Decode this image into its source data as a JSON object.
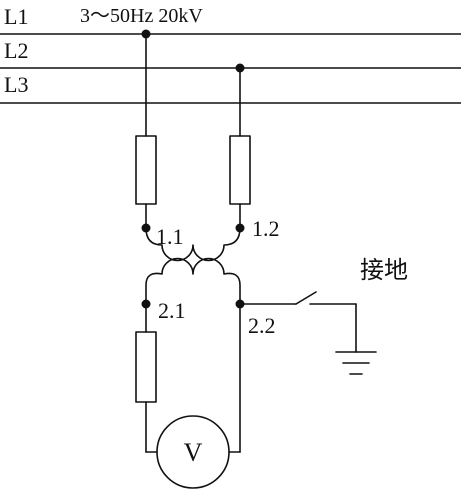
{
  "bus": {
    "l1": "L1",
    "l2": "L2",
    "l3": "L3",
    "spec": "3～50Hz  20kV"
  },
  "primary": {
    "t1": "1.1",
    "t2": "1.2"
  },
  "secondary": {
    "t1": "2.1",
    "t2": "2.2"
  },
  "ground_label": "接地",
  "meter_label": "V"
}
